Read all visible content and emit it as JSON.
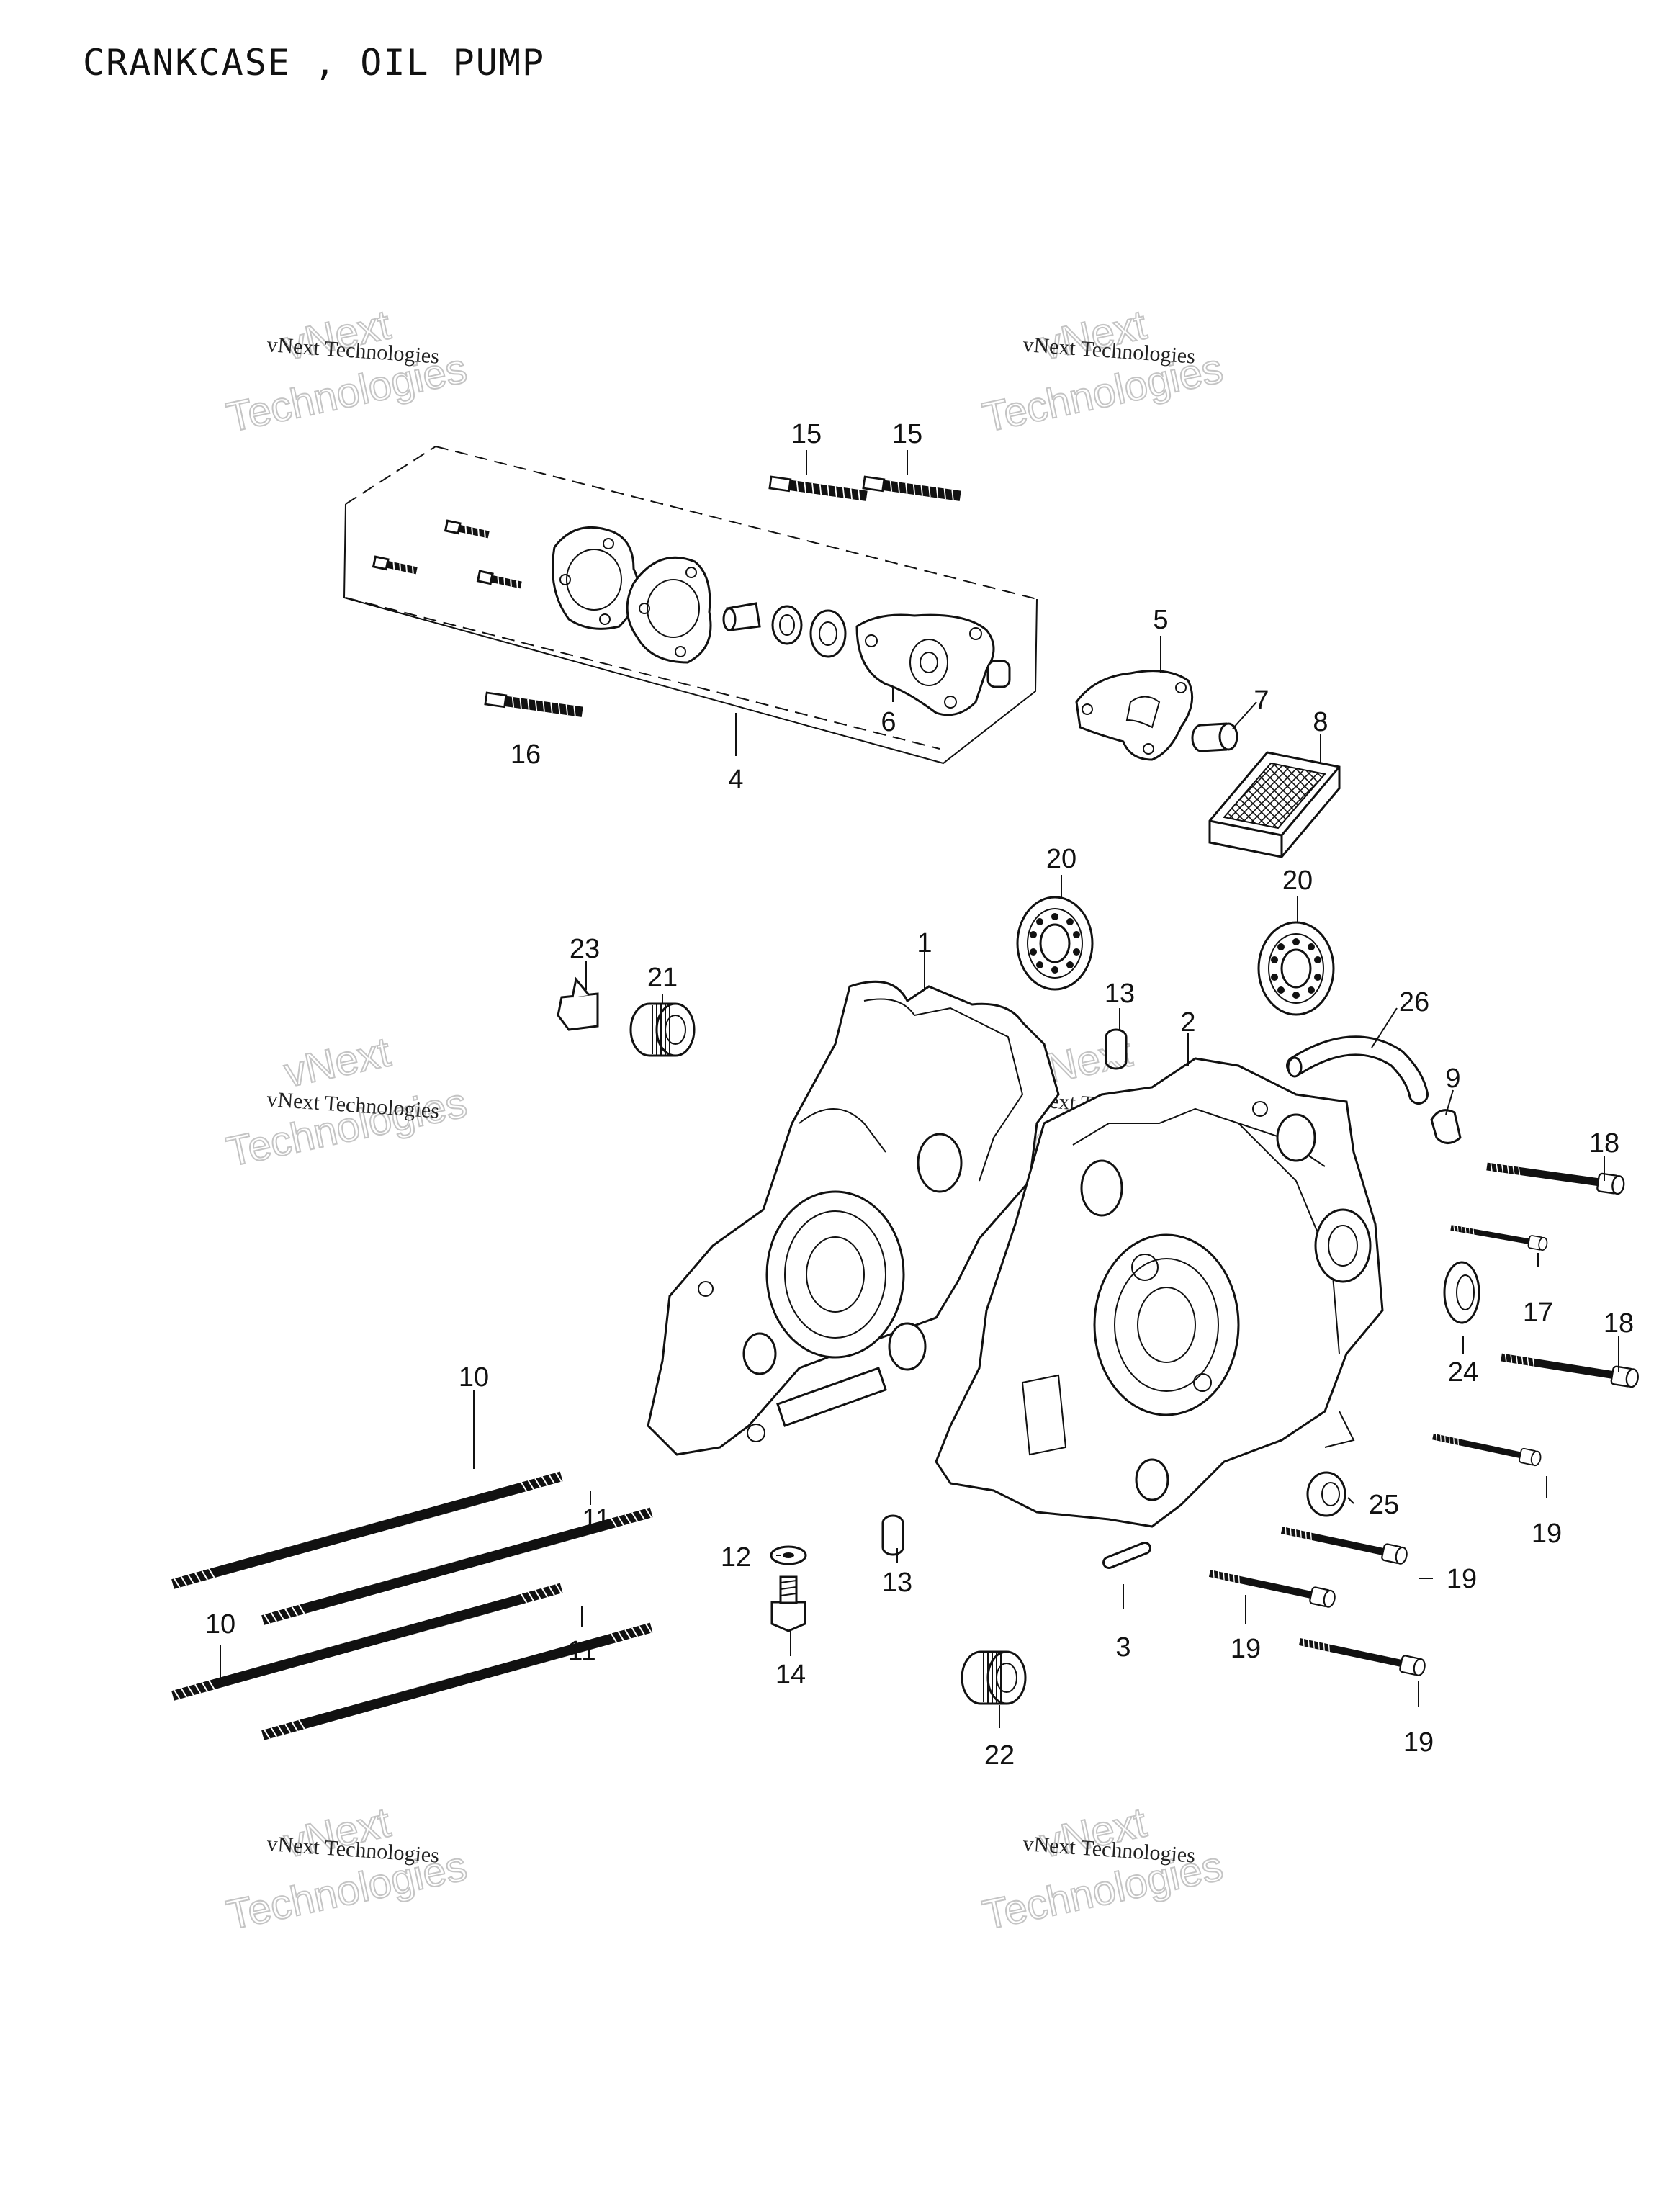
{
  "title": "CRANKCASE , OIL PUMP",
  "watermark": {
    "line1": "vNext Technologies",
    "brand": "vNext",
    "line2": "Technologies"
  },
  "callouts": {
    "c1": "1",
    "c2": "2",
    "c3": "3",
    "c4": "4",
    "c5": "5",
    "c6": "6",
    "c7": "7",
    "c8": "8",
    "c9": "9",
    "c10": "10",
    "c11": "11",
    "c12": "12",
    "c13": "13",
    "c14": "14",
    "c15": "15",
    "c16": "16",
    "c17": "17",
    "c18": "18",
    "c19": "19",
    "c20": "20",
    "c21": "21",
    "c22": "22",
    "c23": "23",
    "c24": "24",
    "c25": "25",
    "c26": "26"
  }
}
